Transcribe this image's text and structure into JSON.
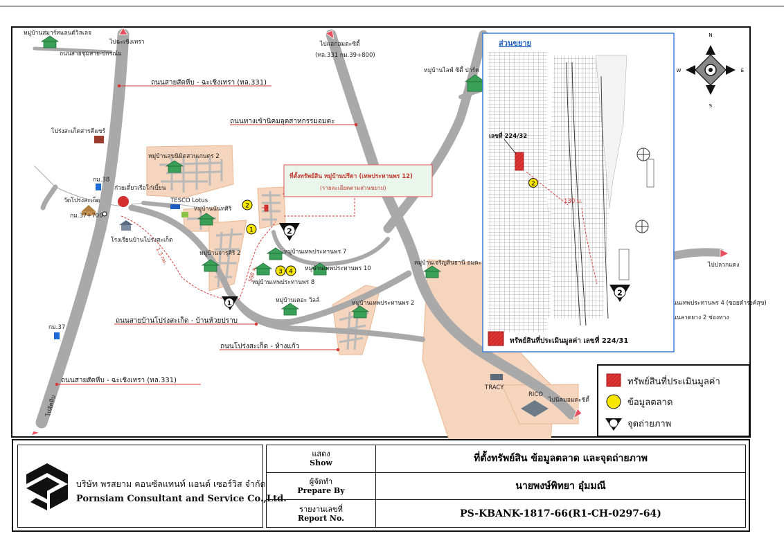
{
  "map": {
    "labels": {
      "village_smart_land": "หมู่บ้านสมาร์ทแลนด์วิลเลจ",
      "road_chumsai": "ถนนสายชุมสาย-ปกรณ์ม",
      "to_chachoengsao": "ไปฉะเชิงเทรา",
      "road_sattahip_top": "ถนนสายสัตหีบ - ฉะเชิงเทรา (ทล.331)",
      "to_amata_city": "ไปแอกอมตะซิตี้",
      "to_amata_km": "(ทล.331 กม.39+800)",
      "village_life_park": "หมู่บ้านไลฟ์ ซิตี้ ปาร์ค",
      "road_amata_estate": "ถนนทางเข้านิคมอุตสาหกรรมอมตะ",
      "market_pong": "โปร่งสะเก็ดสารคีแชร์",
      "village_sukmilaksuan": "หมู่บ้านสุขนิมิตสวนเกษตร 2",
      "km38": "กม.38",
      "noodle_shop": "ก๋วยเตี๋ยวเรือโก๋เบี้ยน",
      "wat_pong": "วัดโปร่งสะเก็ด",
      "km37_700": "กม.37+700",
      "tesco": "TESCO Lotus",
      "village_nanthasiri": "หมู่บ้านนันทศิริ",
      "school": "โรงเรียนบ้านโปร่งสะเก็ด",
      "dist_13km": "1.3 กม.",
      "village_jaruwan": "หมู่บ้านจารุศิริ 2",
      "dist_580m": "580 ม.",
      "village_thep7": "หมู่บ้านเทพประทานพร 7",
      "village_thep10": "หมู่บ้านเทพประทานพร 10",
      "village_thep8": "หมู่บ้านเทพประทานพร 8",
      "village_charoen": "หมู่บ้านเจริญสินธานี อมตะ",
      "village_deer": "หมู่บ้านเดอะ วิลล์",
      "village_thep2": "หมู่บ้านเทพประทานพร 2",
      "road_pong_huaiprap": "ถนนสายบ้านโปร่งสะเก็ด - บ้านห้วยปราบ",
      "road_pong_hangkaew": "ถนนโปร่งสะเก็ด - ห้างแก้ว",
      "km37": "กม.37",
      "road_sattahip_bottom": "ถนนสายสัตหีบ - ฉะเชิงเทรา (ทล.331)",
      "to_sattahip": "ไปสัตหีบ",
      "tracy": "TRACY",
      "rico": "RICO",
      "to_amata_bottom": "ไปนิคมอมตะซิตี้",
      "to_plaukdaeng": "ไปปลวกแดง",
      "road_thep4": "ถนนเทพประทานพร 4 (ซอยดำรงค์สุข)",
      "road_thep4_sub": "ถนนลาดยาง 2 ช่องทาง",
      "property_title": "ที่ตั้งทรัพย์สิน หมู่บ้านปรีดา (เทพประทานพร 12)",
      "property_sub": "(รายละเอียดตามส่วนขยาย)",
      "compass_n": "N",
      "compass_e": "E",
      "compass_s": "S",
      "compass_w": "W"
    },
    "markers": {
      "m1": "1",
      "m2": "2",
      "m3": "3",
      "m4": "4"
    },
    "photo_points": {
      "p1": "1",
      "p2": "2"
    },
    "inset": {
      "title": "ส่วนขยาย",
      "plot_label": "เลขที่ 224/32",
      "distance": "130 ม.",
      "marker": "2",
      "photo": "2",
      "footer": "ทรัพย์สินที่ประเมินมูลค่า เลขที่ 224/31"
    },
    "colors": {
      "road": "#a9a9a9",
      "estate": "#f5d5bd",
      "property": "#e03535",
      "market_marker": "#f7e600",
      "arrow": "#e8505f",
      "callout_border": "#e05050",
      "callout_fill": "#eaf6ec"
    }
  },
  "legend": {
    "items": [
      {
        "icon": "property-hatch-icon",
        "label": "ทรัพย์สินที่ประเมินมูลค่า"
      },
      {
        "icon": "market-data-circle-icon",
        "label": "ข้อมูลตลาด"
      },
      {
        "icon": "photo-point-triangle-icon",
        "label": "จุดถ่ายภาพ"
      }
    ]
  },
  "title_block": {
    "company_th": "บริษัท พรสยาม คอนซัลแทนท์ แอนด์ เซอร์วิส จำกัด",
    "company_en": "Pornsiam Consultant and Service Co.,Ltd.",
    "rows": [
      {
        "label_th": "แสดง",
        "label_en": "Show",
        "value": "ที่ตั้งทรัพย์สิน ข้อมูลตลาด และจุดถ่ายภาพ"
      },
      {
        "label_th": "ผู้จัดทำ",
        "label_en": "Prepare By",
        "value": "นายพงษ์พิทยา อุ๋มมณี"
      },
      {
        "label_th": "รายงานเลขที่",
        "label_en": "Report No.",
        "value": "PS-KBANK-1817-66(R1-CH-0297-64)"
      }
    ]
  }
}
